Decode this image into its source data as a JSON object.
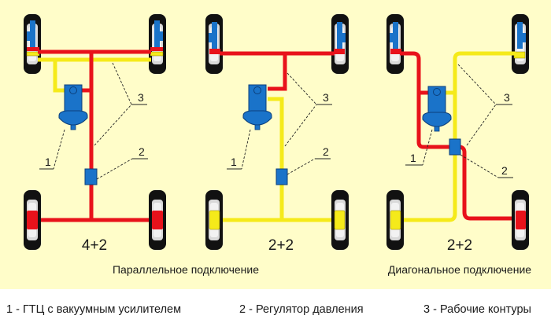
{
  "colors": {
    "background": "#fffdc9",
    "circuit_red": "#e8121b",
    "circuit_yellow": "#f5ea1a",
    "component_blue": "#1a73c9",
    "tire": "#111111",
    "rim": "#d9d9d9"
  },
  "schemes": [
    {
      "id": "parallel-4-2",
      "ratio_label": "4+2"
    },
    {
      "id": "parallel-2-2",
      "ratio_label": "2+2"
    },
    {
      "id": "diagonal-2-2",
      "ratio_label": "2+2"
    }
  ],
  "captions": {
    "parallel": "Параллельное подключение",
    "diagonal": "Диагональное подключение"
  },
  "callouts": {
    "master_cylinder": "1",
    "regulator": "2",
    "circuits": "3"
  },
  "legend": [
    {
      "text": "1 - ГТЦ с вакуумным усилителем"
    },
    {
      "text": "2 - Регулятор давления"
    },
    {
      "text": "3 - Рабочие контуры"
    }
  ]
}
